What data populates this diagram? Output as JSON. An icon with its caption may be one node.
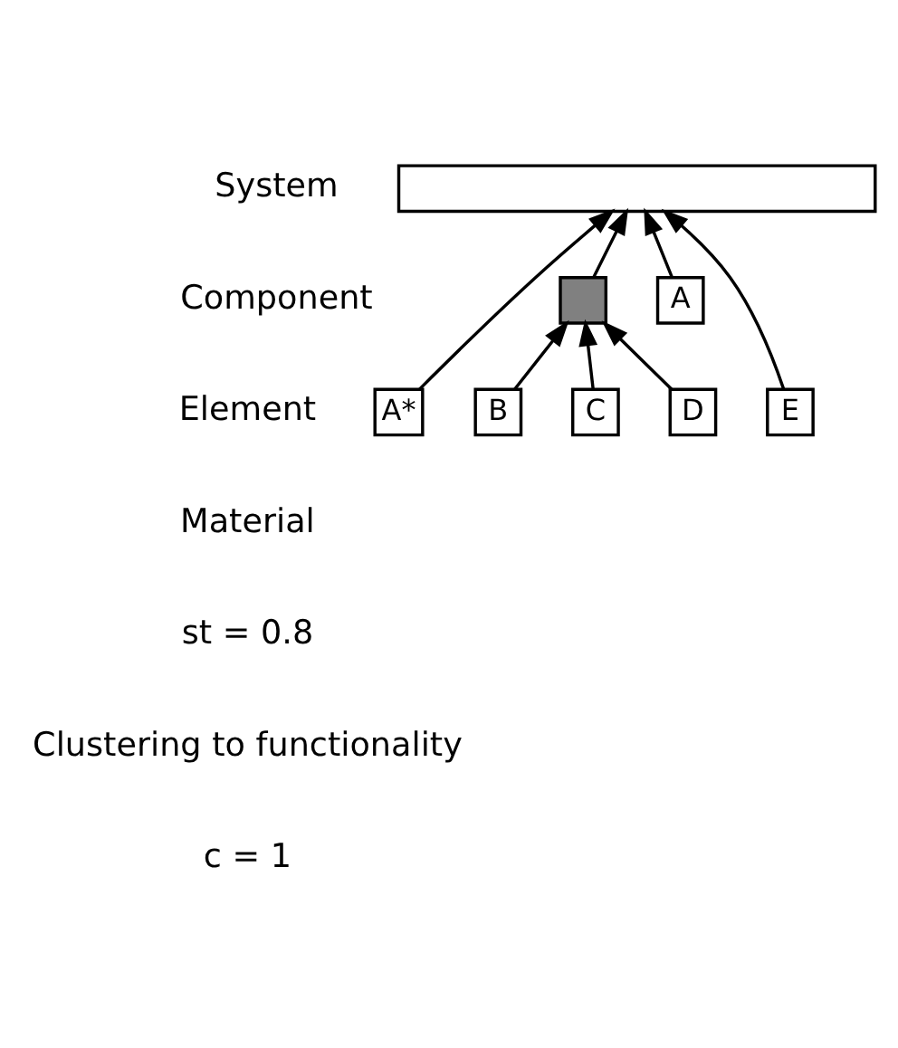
{
  "diagram": {
    "nodes": [
      {
        "text": [],
        "shape": "box"
      },
      {
        "text": [
          "A"
        ]
      },
      {
        "text": [],
        "shape": "box"
      },
      {
        "text": [
          "A*"
        ]
      },
      {
        "text": [
          "B"
        ]
      },
      {
        "text": [
          "C"
        ]
      },
      {
        "text": [
          "D"
        ]
      },
      {
        "text": [
          "E"
        ]
      }
    ],
    "edges": [
      {
        "from": 1,
        "to": 0,
        "arrow": "to"
      },
      {
        "from": 3,
        "to": 0,
        "arrow": "to"
      },
      {
        "from": 2,
        "to": 0,
        "arrow": "to"
      },
      {
        "from": 7,
        "to": 0,
        "arrow": "to"
      },
      {
        "from": 4,
        "to": 2,
        "arrow": "to"
      },
      {
        "from": 5,
        "to": 2,
        "arrow": "to"
      },
      {
        "from": 6,
        "to": 2,
        "arrow": "to"
      }
    ],
    "labels": [
      "System",
      "Component",
      "Element",
      "Material",
      "st = 0.8",
      "Clustering to functionality",
      "c = 1"
    ]
  }
}
